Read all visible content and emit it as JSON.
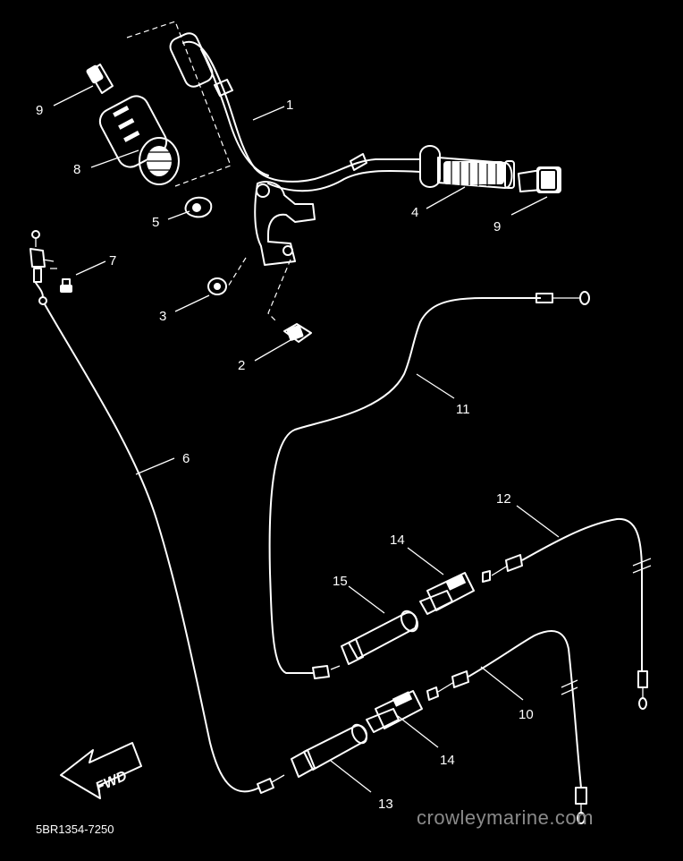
{
  "diagram": {
    "drawing_code": "5BR1354-7250",
    "watermark": "crowleymarine.com",
    "direction_arrow_text": "FWD",
    "callouts": [
      {
        "id": "c1",
        "label": "1"
      },
      {
        "id": "c2",
        "label": "2"
      },
      {
        "id": "c3",
        "label": "3"
      },
      {
        "id": "c4",
        "label": "4"
      },
      {
        "id": "c5",
        "label": "5"
      },
      {
        "id": "c6",
        "label": "6"
      },
      {
        "id": "c7",
        "label": "7"
      },
      {
        "id": "c8",
        "label": "8"
      },
      {
        "id": "c9a",
        "label": "9"
      },
      {
        "id": "c9b",
        "label": "9"
      },
      {
        "id": "c10",
        "label": "10"
      },
      {
        "id": "c11",
        "label": "11"
      },
      {
        "id": "c12",
        "label": "12"
      },
      {
        "id": "c13",
        "label": "13"
      },
      {
        "id": "c14a",
        "label": "14"
      },
      {
        "id": "c14b",
        "label": "14"
      },
      {
        "id": "c15",
        "label": "15"
      }
    ]
  }
}
